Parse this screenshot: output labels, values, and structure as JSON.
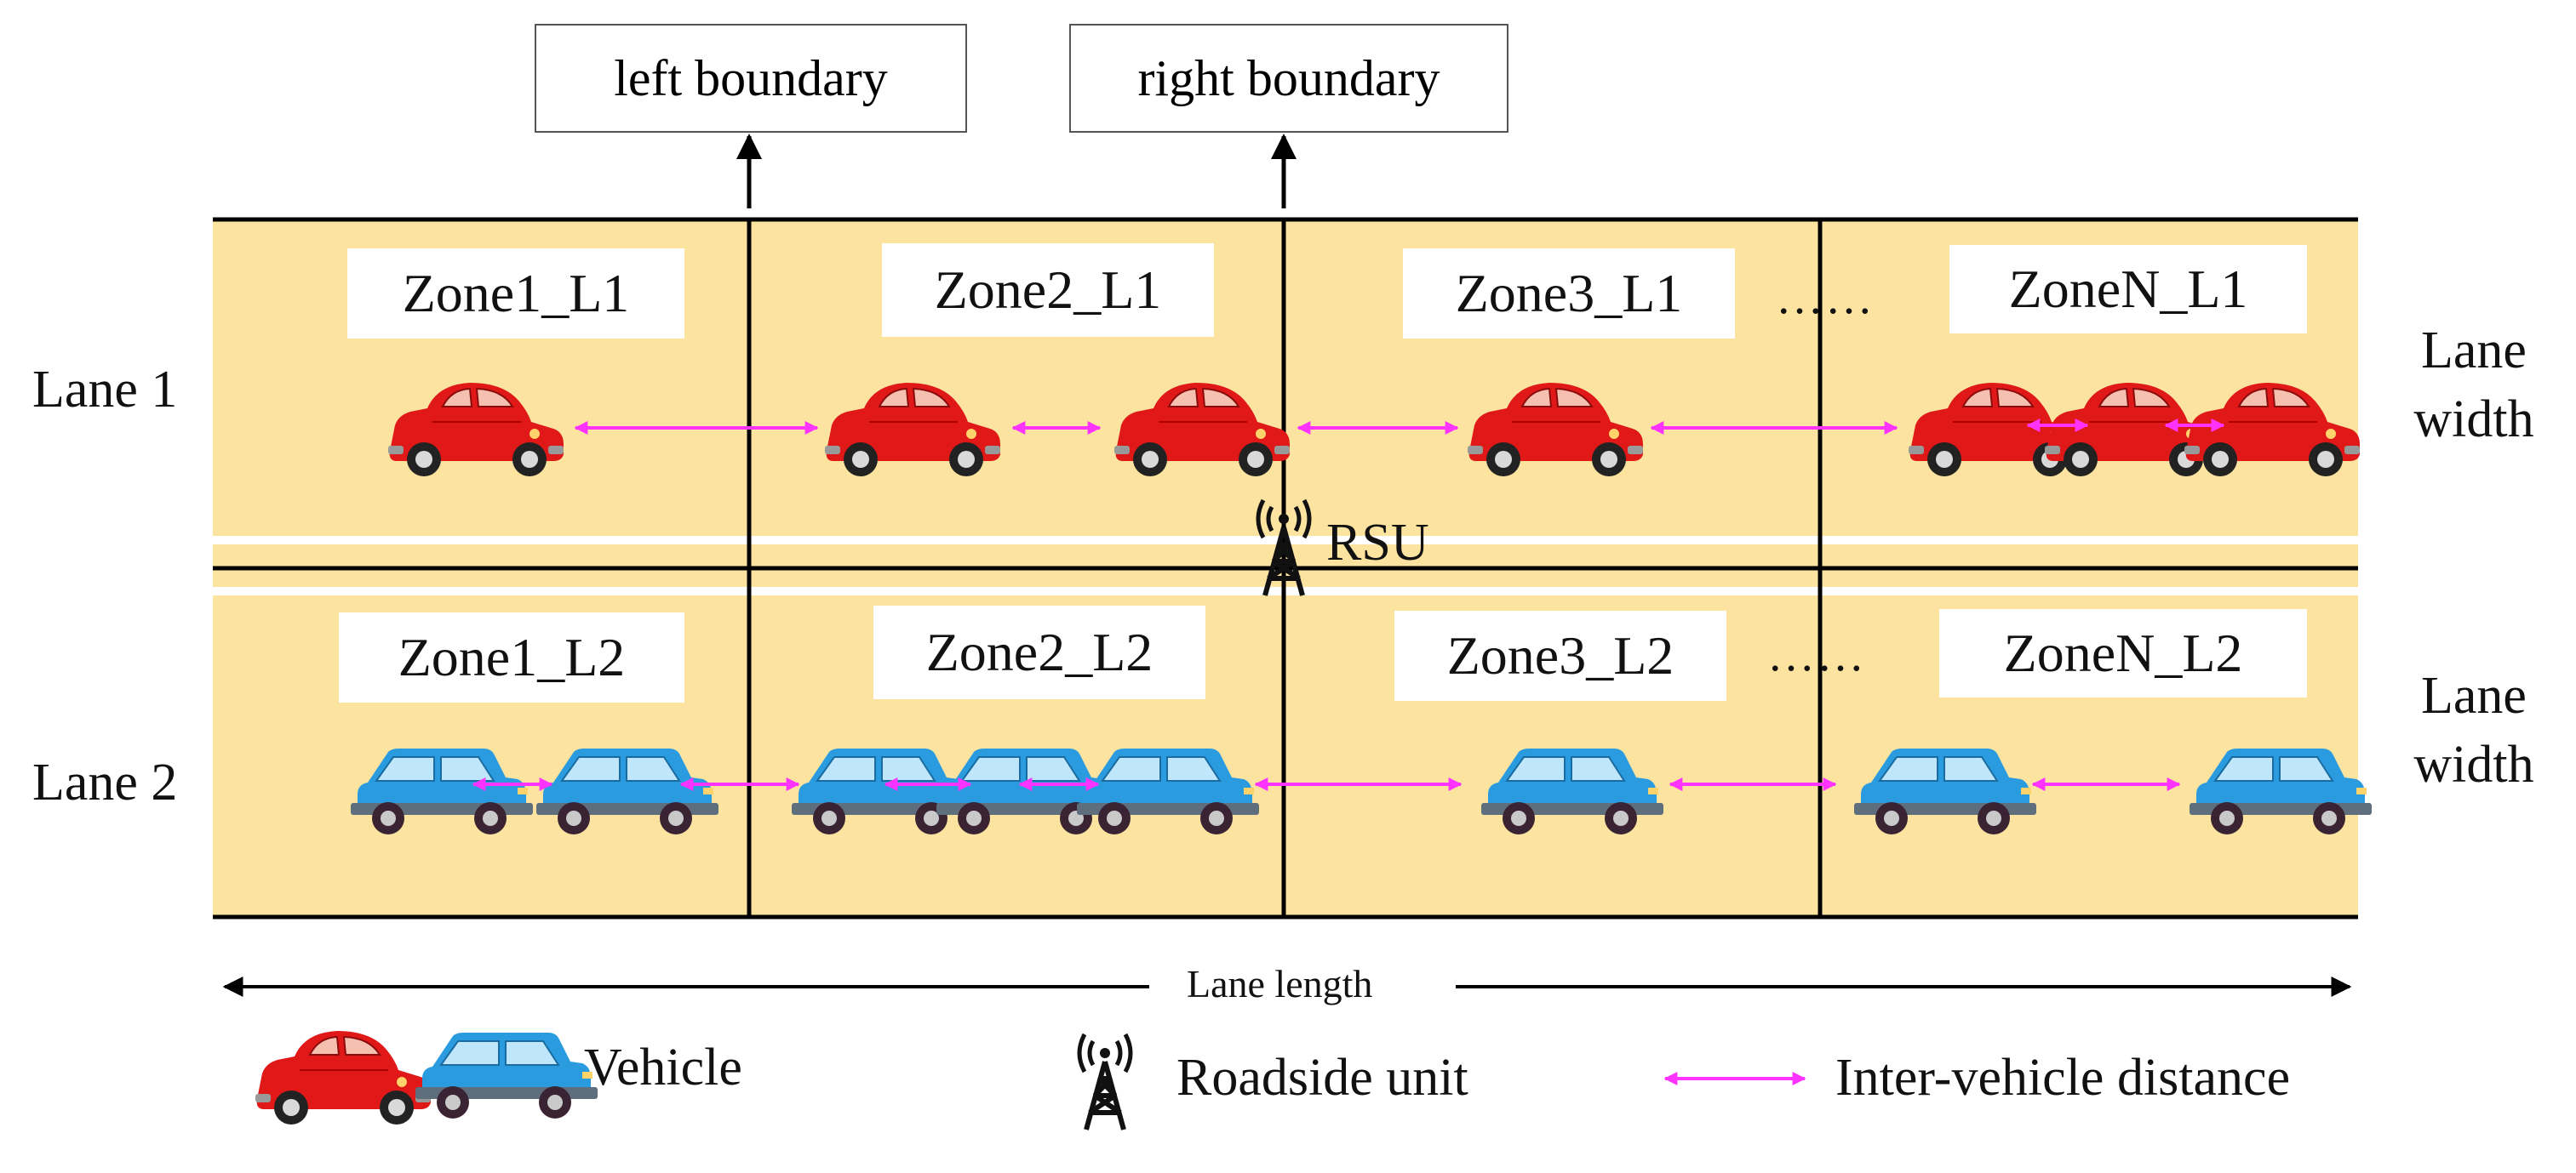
{
  "boundaries": {
    "left": "left boundary",
    "right": "right boundary"
  },
  "lanes": [
    {
      "name": "Lane 1",
      "zones": [
        "Zone1_L1",
        "Zone2_L1",
        "Zone3_L1",
        "ZoneN_L1"
      ],
      "width_label": [
        "Lane",
        "width"
      ]
    },
    {
      "name": "Lane 2",
      "zones": [
        "Zone1_L2",
        "Zone2_L2",
        "Zone3_L2",
        "ZoneN_L2"
      ],
      "width_label": [
        "Lane",
        "width"
      ]
    }
  ],
  "ellipsis": "……",
  "rsu_label": "RSU",
  "lane_length": "Lane length",
  "legend": {
    "vehicle": "Vehicle",
    "roadside_unit": "Roadside unit",
    "distance": "Inter-vehicle distance"
  },
  "colors": {
    "road": "#FCE4A0",
    "lane1_vehicle": "#E01818",
    "lane2_vehicle": "#2B9BE0",
    "distance_arrow": "#FF33FF"
  }
}
